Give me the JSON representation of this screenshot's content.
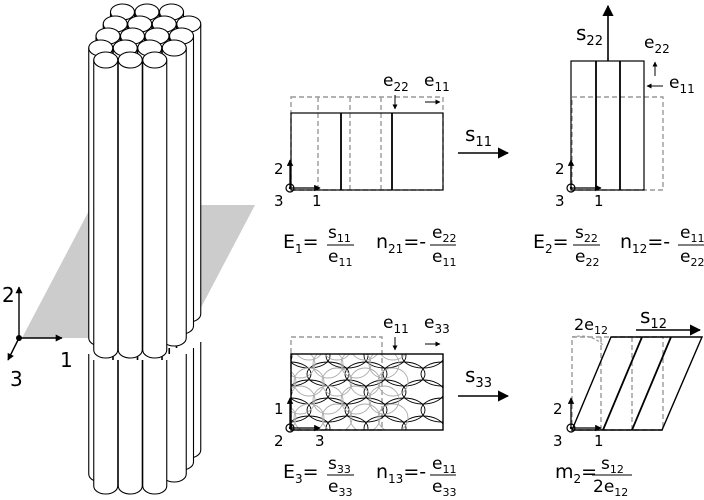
{
  "colors": {
    "ink": "#000000",
    "dashed": "#999999",
    "plane": "#cccccc",
    "ellipse_light": "#aaaaaa"
  },
  "bundle_axes": {
    "axis2": "2",
    "axis1": "1",
    "axis3": "3"
  },
  "panel_top_left": {
    "eps22_main": "e",
    "eps22_sub": "22",
    "eps11_main": "e",
    "eps11_sub": "11",
    "axis2": "2",
    "axis1": "1",
    "axis3": "3"
  },
  "arrow_s11": {
    "main": "s",
    "sub": "11"
  },
  "panel_top_right": {
    "stress_main": "s",
    "stress_sub": "22",
    "eps22_main": "e",
    "eps22_sub": "22",
    "eps11_main": "e",
    "eps11_sub": "11",
    "axis2": "2",
    "axis1": "1",
    "axis3": "3"
  },
  "formula_E1": {
    "lhs": "E",
    "lhs_sub": "1",
    "num": "s",
    "num_sub": "11",
    "den": "e",
    "den_sub": "11"
  },
  "formula_n21": {
    "lhs": "n",
    "lhs_sub": "21",
    "num": "e",
    "num_sub": "22",
    "den": "e",
    "den_sub": "11"
  },
  "formula_E2": {
    "lhs": "E",
    "lhs_sub": "2",
    "num": "s",
    "num_sub": "22",
    "den": "e",
    "den_sub": "22"
  },
  "formula_n12": {
    "lhs": "n",
    "lhs_sub": "12",
    "num": "e",
    "num_sub": "11",
    "den": "e",
    "den_sub": "22"
  },
  "panel_bottom_left": {
    "eps11_main": "e",
    "eps11_sub": "11",
    "eps33_main": "e",
    "eps33_sub": "33",
    "axis1": "1",
    "axis2": "2",
    "axis3": "3"
  },
  "arrow_s33": {
    "main": "s",
    "sub": "33"
  },
  "panel_bottom_right": {
    "stress_main": "s",
    "stress_sub": "12",
    "shear_main": "2e",
    "shear_sub": "12",
    "axis2": "2",
    "axis1": "1",
    "axis3": "3"
  },
  "formula_E3": {
    "lhs": "E",
    "lhs_sub": "3",
    "num": "s",
    "num_sub": "33",
    "den": "e",
    "den_sub": "33"
  },
  "formula_n13": {
    "lhs": "n",
    "lhs_sub": "13",
    "num": "e",
    "num_sub": "11",
    "den": "e",
    "den_sub": "33"
  },
  "formula_m2": {
    "lhs": "m",
    "lhs_sub": "2",
    "num": "s",
    "num_sub": "12",
    "den": "2e",
    "den_sub": "12"
  }
}
